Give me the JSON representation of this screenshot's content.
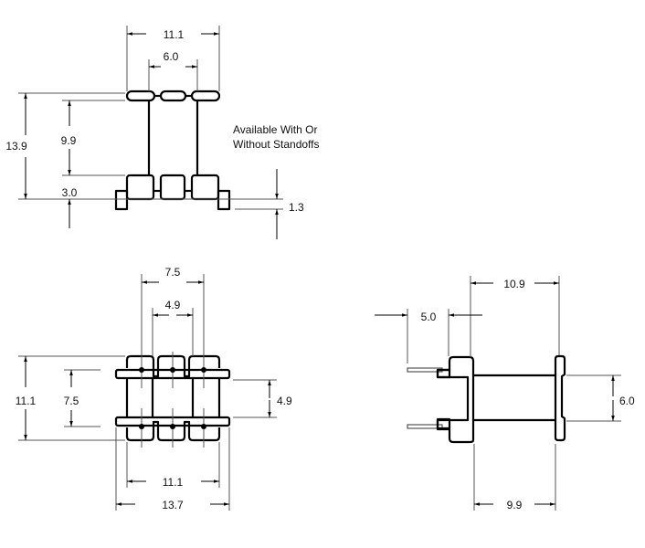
{
  "title": "Bobbin dimension drawing",
  "note": {
    "line1": "Available With Or",
    "line2": "Without Standoffs"
  },
  "units": "mm",
  "front_view": {
    "overall_width": "11.1",
    "pin_spacing": "6.0",
    "overall_height": "13.9",
    "flange_spacing": "9.9",
    "base_height": "3.0",
    "standoff_height": "1.3"
  },
  "bottom_view": {
    "outer_pin_span": "7.5",
    "inner_span": "4.9",
    "overall_depth": "11.1",
    "row_spacing": "7.5",
    "core_width": "4.9",
    "body_width": "11.1",
    "overall_width": "13.7"
  },
  "side_view": {
    "overall_length": "10.9",
    "pin_offset": "5.0",
    "core_diameter": "6.0",
    "flange_spacing": "9.9"
  }
}
